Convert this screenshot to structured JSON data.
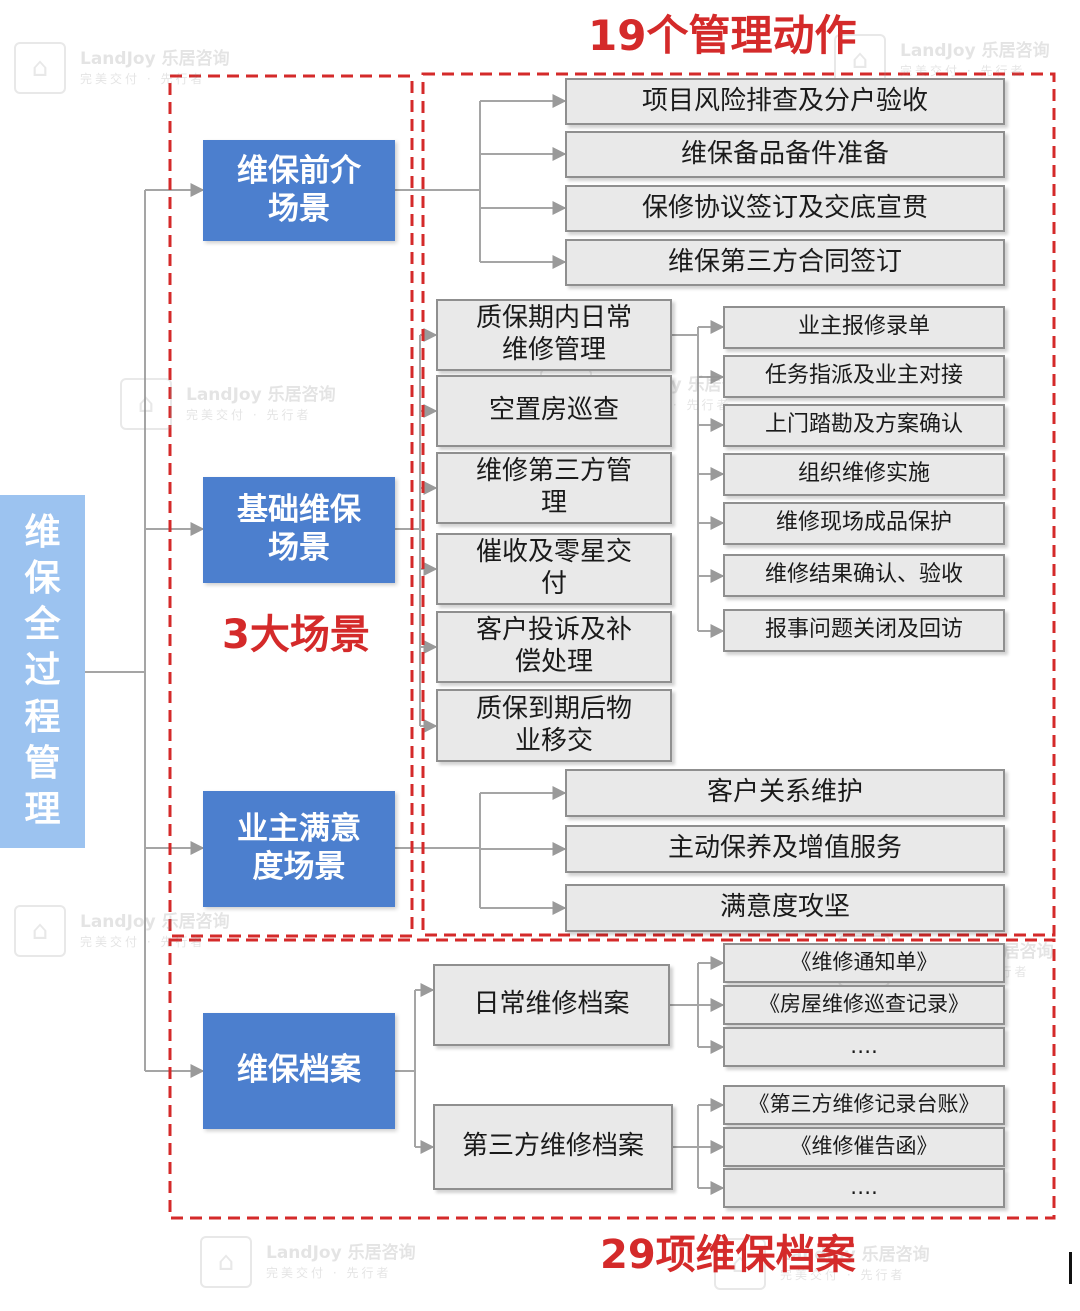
{
  "colors": {
    "scene_blue": "#4c7fce",
    "left_blue": "#9cc3f0",
    "accent_red": "#d42a2a",
    "box_fill": "#e9e9e9",
    "line_gray": "#9a9a9a"
  },
  "root": {
    "label": "维保全过程管理"
  },
  "annotations": {
    "actions_title": "19个管理动作",
    "scenes_title": "3大场景",
    "archives_title": "29项维保档案"
  },
  "scenes": [
    {
      "label": "维保前介\n场景"
    },
    {
      "label": "基础维保\n场景"
    },
    {
      "label": "业主满意\n度场景"
    },
    {
      "label": "维保档案"
    }
  ],
  "pre_actions": [
    {
      "label": "项目风险排查及分户验收"
    },
    {
      "label": "维保备品备件准备"
    },
    {
      "label": "保修协议签订及交底宣贯"
    },
    {
      "label": "维保第三方合同签订"
    }
  ],
  "basic_actions": [
    {
      "label": "质保期内日常\n维修管理"
    },
    {
      "label": "空置房巡查"
    },
    {
      "label": "维修第三方管\n理"
    },
    {
      "label": "催收及零星交\n付"
    },
    {
      "label": "客户投诉及补\n偿处理"
    },
    {
      "label": "质保到期后物\n业移交"
    }
  ],
  "daily_steps": [
    {
      "label": "业主报修录单"
    },
    {
      "label": "任务指派及业主对接"
    },
    {
      "label": "上门踏勘及方案确认"
    },
    {
      "label": "组织维修实施"
    },
    {
      "label": "维修现场成品保护"
    },
    {
      "label": "维修结果确认、验收"
    },
    {
      "label": "报事问题关闭及回访"
    }
  ],
  "satisfaction_actions": [
    {
      "label": "客户关系维护"
    },
    {
      "label": "主动保养及增值服务"
    },
    {
      "label": "满意度攻坚"
    }
  ],
  "archives": [
    {
      "label": "日常维修档案",
      "docs": [
        "《维修通知单》",
        "《房屋维修巡查记录》",
        "…."
      ]
    },
    {
      "label": "第三方维修档案",
      "docs": [
        "《第三方维修记录台账》",
        "《维修催告函》",
        "…."
      ]
    }
  ],
  "watermarks": [
    {
      "name": "LandJoy 乐居咨询",
      "slogan": "完美交付 · 先行者"
    },
    {
      "name": "LandJoy 乐居咨询",
      "slogan": "完美交付 · 先行者"
    },
    {
      "name": "LandJoy 乐居咨询",
      "slogan": "完美交付 · 先行者"
    },
    {
      "name": "LandJoy 乐居咨询",
      "slogan": "完美交付 · 先行者"
    },
    {
      "name": "LandJoy 乐居咨询",
      "slogan": "完美交付 · 先行者"
    },
    {
      "name": "LandJoy 乐居咨询",
      "slogan": "完美交付 · 先行者"
    },
    {
      "name": "LandJoy 乐居咨询",
      "slogan": "完美交付 · 先行者"
    },
    {
      "name": "LandJoy 乐居咨询",
      "slogan": "完美交付 · 先行者"
    }
  ]
}
